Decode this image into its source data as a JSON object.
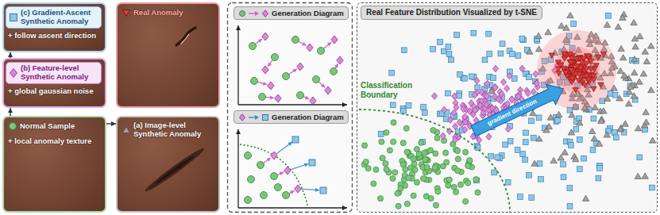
{
  "diagram": {
    "nodes": [
      {
        "text": [
          "(c) Gradient-Ascent Synthetic Anomaly",
          "+ follow ascent direction"
        ]
      },
      {
        "text": [
          "Real Anomaly"
        ]
      },
      {
        "text": [
          "(b) Feature-level Synthetic Anomaly",
          "+ global gaussian noise"
        ]
      },
      {
        "text": [
          "Normal Sample",
          "+ local anomaly texture"
        ]
      },
      {
        "text": [
          "(a) Image-level Synthetic Anomaly"
        ]
      },
      {
        "text": [
          "Generation Diagram"
        ]
      },
      {
        "text": [
          "Generation Diagram"
        ]
      },
      {
        "text": [
          "Real Feature Distribution Visualized by t-SNE"
        ]
      }
    ],
    "edges": [
      {
        "from": 3,
        "to": 2,
        "arrow": "to"
      },
      {
        "from": 2,
        "to": 0,
        "arrow": "to"
      },
      {
        "from": 3,
        "to": 4,
        "arrow": "to"
      }
    ],
    "labels": [
      "Classification Boundary",
      "gradient direction"
    ]
  }
}
